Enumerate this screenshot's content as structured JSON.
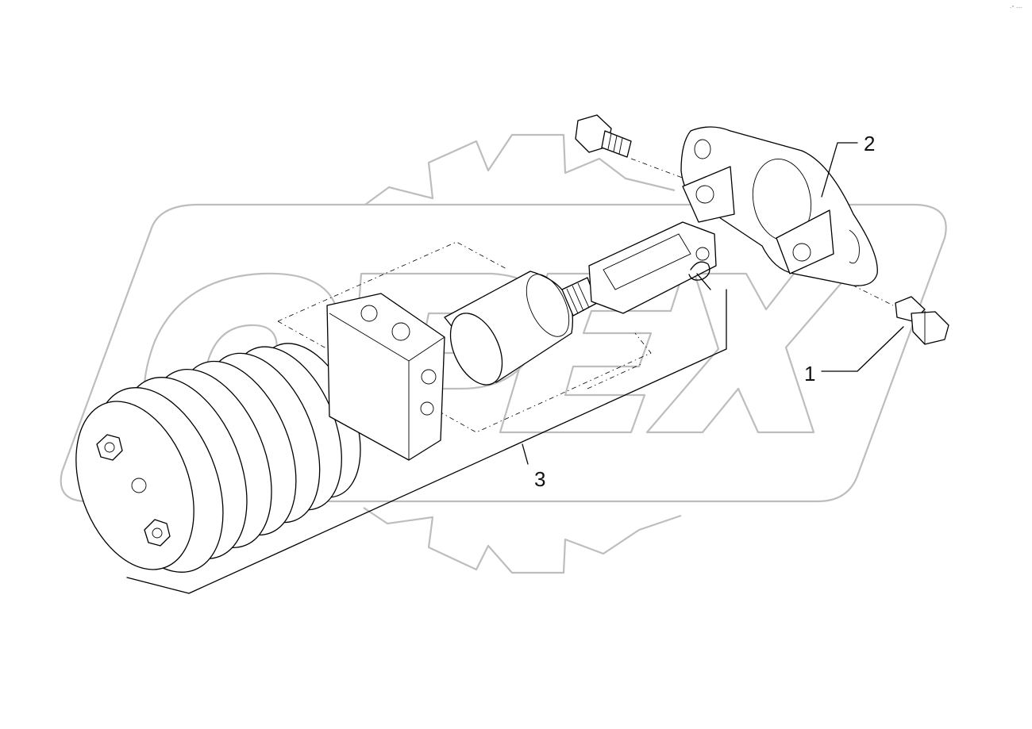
{
  "corner_mark": "-\" ---",
  "callouts": [
    {
      "id": "1",
      "label": "1"
    },
    {
      "id": "2",
      "label": "2"
    },
    {
      "id": "3",
      "label": "3"
    }
  ],
  "watermark": {
    "text": "OPEX",
    "color": "#bdbdbd"
  },
  "colors": {
    "line": "#000000",
    "background": "#ffffff"
  }
}
